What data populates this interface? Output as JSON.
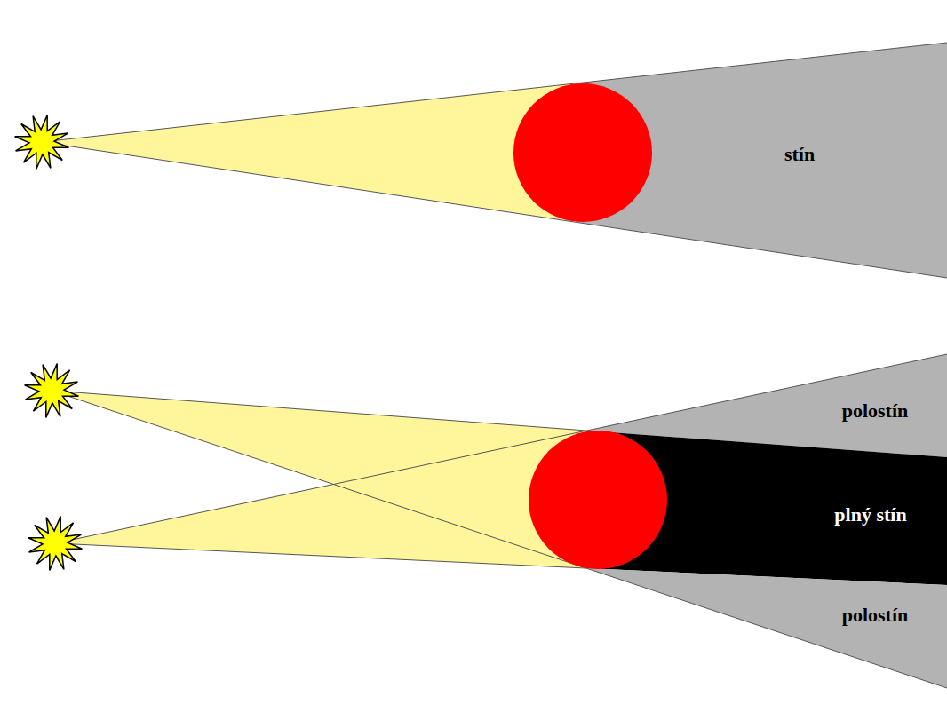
{
  "diagram": {
    "labels": [
      "stín",
      "polostín",
      "plný stín",
      "polostín"
    ]
  }
}
